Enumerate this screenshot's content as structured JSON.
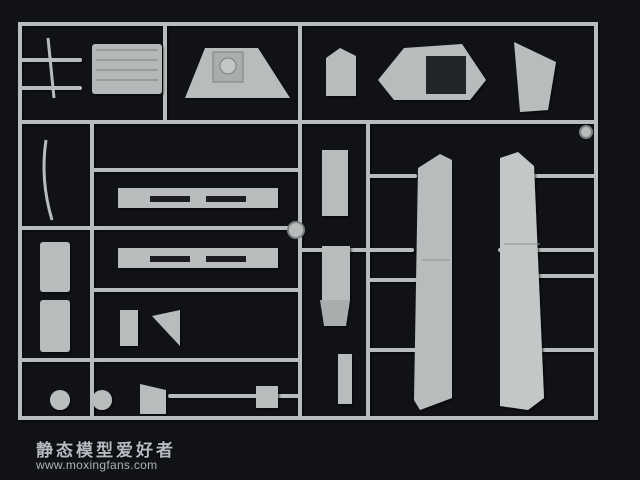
{
  "scene": {
    "subject": "model-kit-sprue",
    "background_color": "#111216",
    "plastic_color": "#b9bcbc",
    "shadow_color": "#7d8181"
  },
  "watermark": {
    "title": "静态模型爱好者",
    "url": "www.moxingfans.com"
  }
}
